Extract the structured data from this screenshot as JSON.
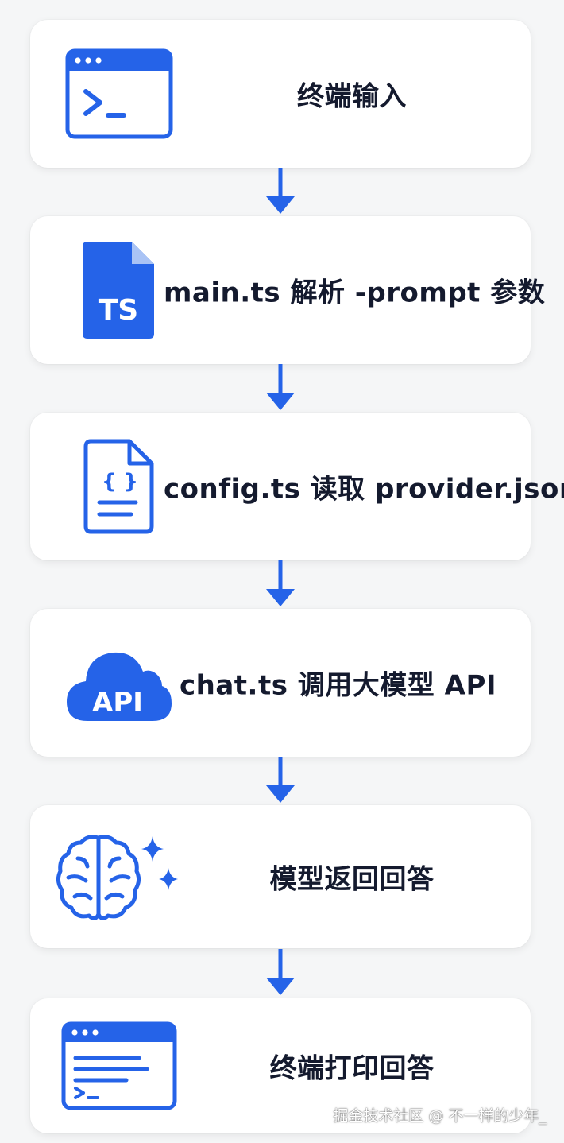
{
  "colors": {
    "accent": "#2563e8",
    "text": "#141a2e",
    "card": "#ffffff",
    "background": "#f5f6f7"
  },
  "steps": [
    {
      "label": "终端输入",
      "icon": "terminal-icon"
    },
    {
      "label": "main.ts 解析 -prompt 参数",
      "icon": "typescript-file-icon",
      "icon_text": "TS"
    },
    {
      "label": "config.ts 读取 provider.json",
      "icon": "json-file-icon",
      "icon_text": "{ }"
    },
    {
      "label": "chat.ts 调用大模型 API",
      "icon": "api-cloud-icon",
      "icon_text": "API"
    },
    {
      "label": "模型返回回答",
      "icon": "brain-sparkle-icon"
    },
    {
      "label": "终端打印回答",
      "icon": "terminal-output-icon"
    }
  ],
  "watermark": "掘金技术社区 @ 不一样的少年_"
}
